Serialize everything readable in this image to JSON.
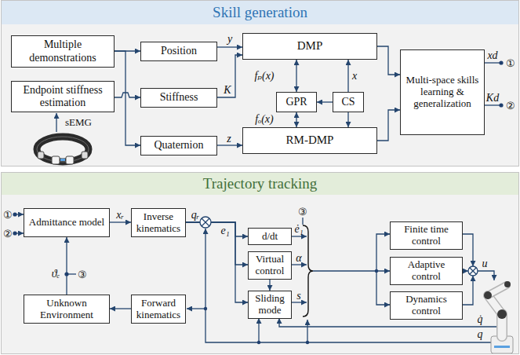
{
  "diagram": {
    "nodes": [
      {
        "text": [
          "Skill generation"
        ]
      },
      {
        "text": [
          "Multiple demonstrations"
        ],
        "in": 0
      },
      {
        "text": [
          "Endpoint stiffness estimation"
        ],
        "in": 0
      },
      {
        "text": [
          "Position"
        ],
        "in": 0
      },
      {
        "text": [
          "Stiffness"
        ],
        "in": 0
      },
      {
        "text": [
          "Quaternion"
        ],
        "in": 0
      },
      {
        "text": [
          "DMP"
        ],
        "in": 0
      },
      {
        "text": [
          "GPR"
        ],
        "in": 0
      },
      {
        "text": [
          "CS"
        ],
        "in": 0
      },
      {
        "text": [
          "RM-DMP"
        ],
        "in": 0
      },
      {
        "text": [
          "Multi-space skills learning & generalization"
        ],
        "in": 0
      },
      {
        "text": [
          "Trajectory tracking"
        ]
      },
      {
        "text": [
          "Admittance model"
        ],
        "in": 11
      },
      {
        "text": [
          "Inverse kinematics"
        ],
        "in": 11
      },
      {
        "text": [
          "d/dt"
        ],
        "in": 11
      },
      {
        "text": [
          "Virtual control"
        ],
        "in": 11
      },
      {
        "text": [
          "Sliding mode"
        ],
        "in": 11
      },
      {
        "text": [
          "Finite time control"
        ],
        "in": 11
      },
      {
        "text": [
          "Adaptive control"
        ],
        "in": 11
      },
      {
        "text": [
          "Dynamics control"
        ],
        "in": 11
      },
      {
        "text": [
          "Unknown Environment"
        ],
        "in": 11
      },
      {
        "text": [
          "Forward kinematics"
        ],
        "in": 11
      }
    ],
    "edges": [
      {
        "from": 1,
        "to": 3,
        "arrow": "to"
      },
      {
        "from": 1,
        "to": 5,
        "arrow": "to"
      },
      {
        "from": 2,
        "to": 4,
        "arrow": "to"
      },
      {
        "from": 3,
        "to": 6,
        "label": "y",
        "arrow": "to"
      },
      {
        "from": 4,
        "to": 6,
        "label": "K",
        "arrow": "to"
      },
      {
        "from": 5,
        "to": 9,
        "label": "z",
        "arrow": "to"
      },
      {
        "from": 7,
        "to": 6,
        "label": "fₚ(x)",
        "arrow": "both"
      },
      {
        "from": 7,
        "to": 9,
        "label": "fₒ(x)",
        "arrow": "both"
      },
      {
        "from": 8,
        "to": 7,
        "arrow": "to"
      },
      {
        "from": 8,
        "to": 6,
        "label": "x",
        "arrow": "to"
      },
      {
        "from": 8,
        "to": 9,
        "arrow": "to"
      },
      {
        "from": 6,
        "to": 10,
        "arrow": "to"
      },
      {
        "from": 9,
        "to": 10,
        "arrow": "to"
      },
      {
        "from": 12,
        "to": 13,
        "label": "xᵣ",
        "arrow": "to"
      },
      {
        "from": 13,
        "to": 14,
        "arrow": "to"
      },
      {
        "from": 13,
        "to": 15,
        "arrow": "to"
      },
      {
        "from": 13,
        "to": 16,
        "arrow": "to"
      },
      {
        "from": 15,
        "to": 16,
        "arrow": "to"
      },
      {
        "from": 20,
        "to": 12,
        "arrow": "to"
      },
      {
        "from": 21,
        "to": 20,
        "arrow": "to"
      }
    ],
    "labels": [
      "sEMG",
      "xd",
      "①",
      "Kd",
      "②",
      "①",
      "②",
      "qᵣ",
      "e₁",
      "ė₁",
      "α",
      "s",
      "③",
      "u",
      "ϑₑ",
      "③",
      "q̇",
      "q"
    ]
  }
}
